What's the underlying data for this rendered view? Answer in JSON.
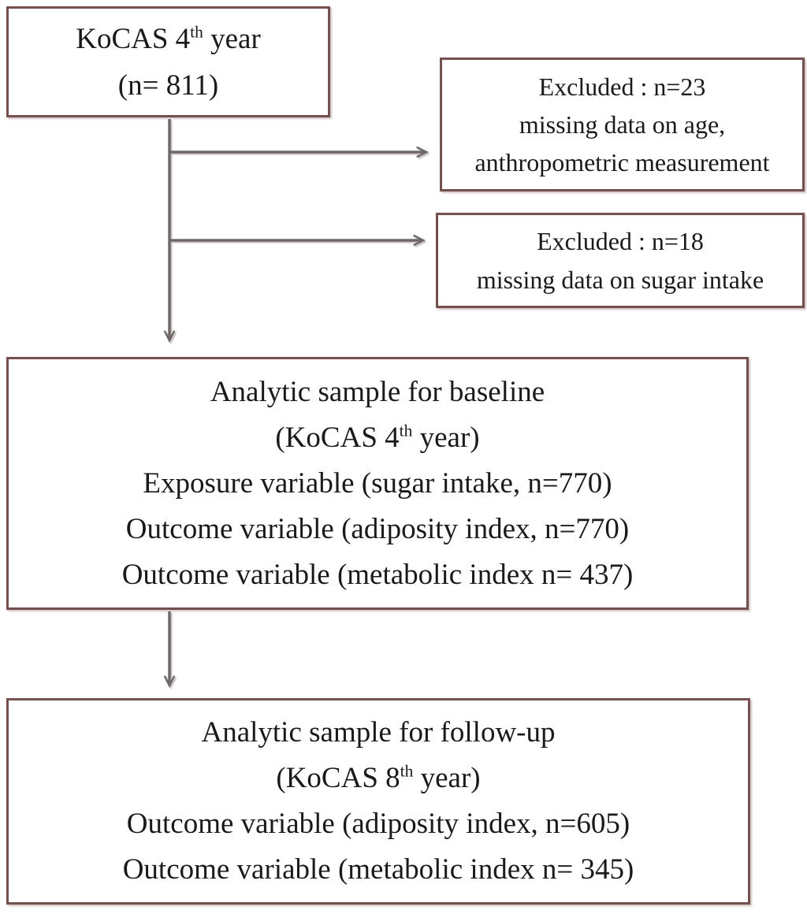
{
  "palette": {
    "box_border": "#76504e",
    "arrow": "#6f6868",
    "text": "#1a1a1a",
    "background": "#ffffff"
  },
  "boxes": {
    "kocas_year4": {
      "line1": {
        "pre": "KoCAS 4",
        "sup": "th",
        "post": " year"
      },
      "line2": "(n= 811)"
    },
    "excluded_1": {
      "line1": "Excluded : n=23",
      "line2": "missing data on age,",
      "line3": "anthropometric measurement"
    },
    "excluded_2": {
      "line1": "Excluded : n=18",
      "line2": "missing data on sugar intake"
    },
    "baseline": {
      "line1": "Analytic sample for baseline",
      "line2": {
        "pre": "(KoCAS 4",
        "sup": "th",
        "post": " year)"
      },
      "line3": "Exposure variable (sugar intake, n=770)",
      "line4": "Outcome variable (adiposity index, n=770)",
      "line5": "Outcome variable (metabolic index n= 437)"
    },
    "followup": {
      "line1": "Analytic sample for follow-up",
      "line2": {
        "pre": "(KoCAS 8",
        "sup": "th",
        "post": " year)"
      },
      "line3": "Outcome variable (adiposity index, n=605)",
      "line4": "Outcome variable (metabolic index n= 345)"
    }
  }
}
